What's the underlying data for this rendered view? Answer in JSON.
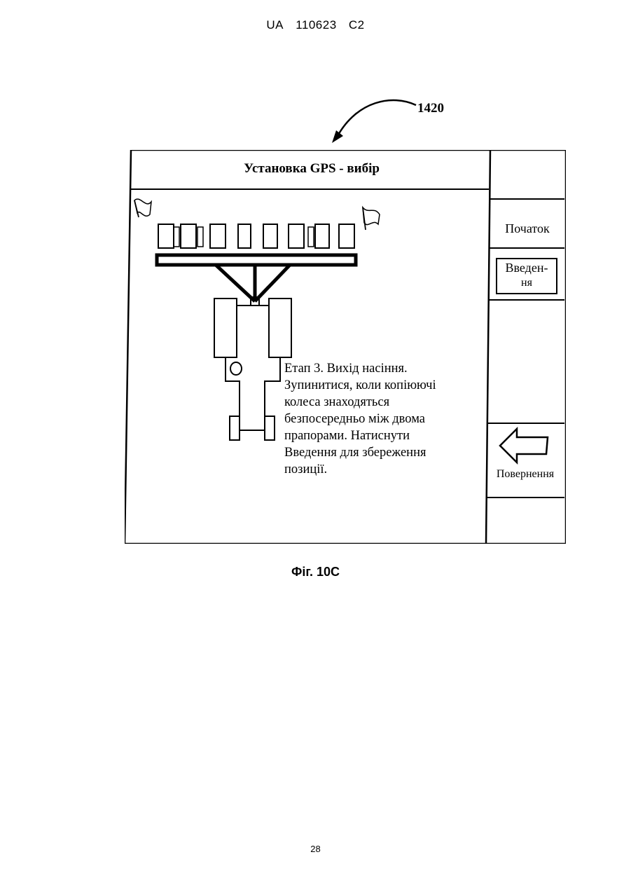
{
  "header": {
    "country": "UA",
    "number": "110623",
    "kind": "C2"
  },
  "reference_numeral": "1420",
  "screen": {
    "title": "Установка GPS - вибір",
    "start_button": "Початок",
    "enter_button_line1": "Введен-",
    "enter_button_line2": "ня",
    "back_button": "Повернення",
    "instruction_lines": [
      "Етап 3. Вихід насіння.",
      "Зупинитися, коли копіюючі",
      "колеса знаходяться",
      "безпосередньо між двома",
      "прапорами. Натиснути",
      "Введення для збереження",
      "позиції."
    ]
  },
  "caption": "Фіг. 10С",
  "page_number": "28"
}
